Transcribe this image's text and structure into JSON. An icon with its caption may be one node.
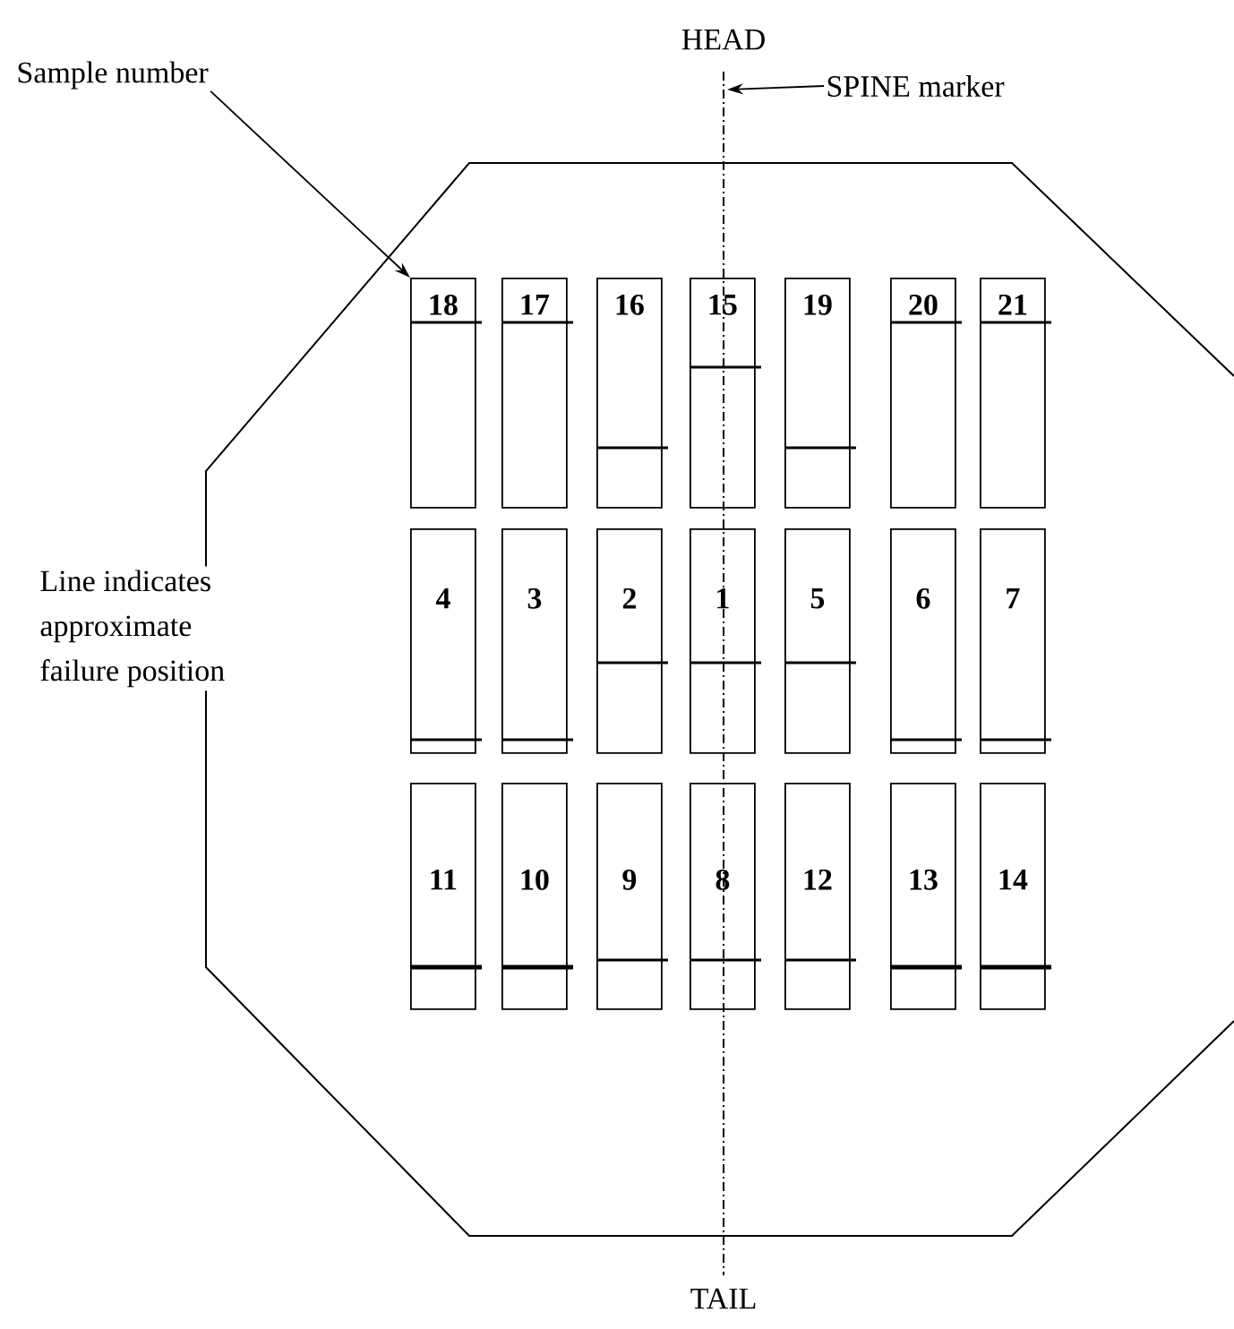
{
  "diagram": {
    "nodes": [
      {
        "text": [
          "Sample number"
        ]
      },
      {
        "text": [
          "SPINE marker"
        ]
      },
      {
        "text": [
          "18"
        ]
      },
      {
        "text": [
          "17"
        ]
      },
      {
        "text": [
          "16"
        ]
      },
      {
        "text": [
          "15"
        ]
      },
      {
        "text": [
          "19"
        ]
      },
      {
        "text": [
          "20"
        ]
      },
      {
        "text": [
          "21"
        ]
      },
      {
        "text": [
          "4"
        ]
      },
      {
        "text": [
          "3"
        ]
      },
      {
        "text": [
          "2"
        ]
      },
      {
        "text": [
          "1"
        ]
      },
      {
        "text": [
          "5"
        ]
      },
      {
        "text": [
          "6"
        ]
      },
      {
        "text": [
          "7"
        ]
      },
      {
        "text": [
          "11"
        ]
      },
      {
        "text": [
          "10"
        ]
      },
      {
        "text": [
          "9"
        ]
      },
      {
        "text": [
          "8"
        ]
      },
      {
        "text": [
          "12"
        ]
      },
      {
        "text": [
          "13"
        ]
      },
      {
        "text": [
          "14"
        ]
      }
    ],
    "edges": [
      {
        "from": 0,
        "to": 2,
        "arrow": "to"
      },
      {
        "from": 1,
        "to": null,
        "arrow": "to"
      }
    ],
    "labels": [
      "HEAD",
      "Line indicates approximate failure position",
      "TAIL"
    ]
  }
}
